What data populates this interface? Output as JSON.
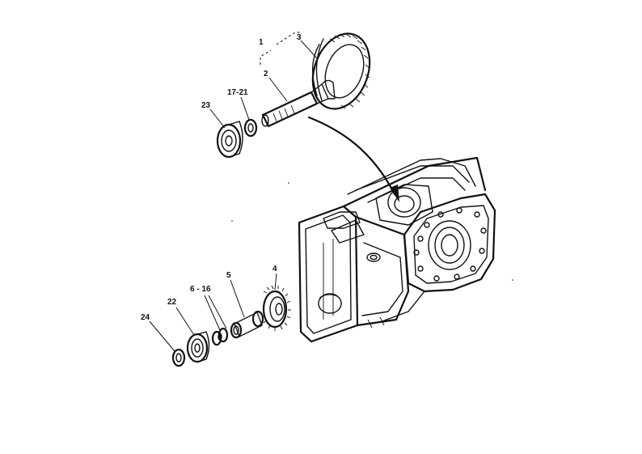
{
  "callouts": {
    "c1": "1",
    "c2": "2",
    "c3": "3",
    "c4": "4",
    "c5": "5",
    "c6_16": "6 - 16",
    "c17_21": "17-21",
    "c22": "22",
    "c23": "23",
    "c24": "24"
  },
  "colors": {
    "ink": "#111111",
    "paper": "#ffffff"
  }
}
